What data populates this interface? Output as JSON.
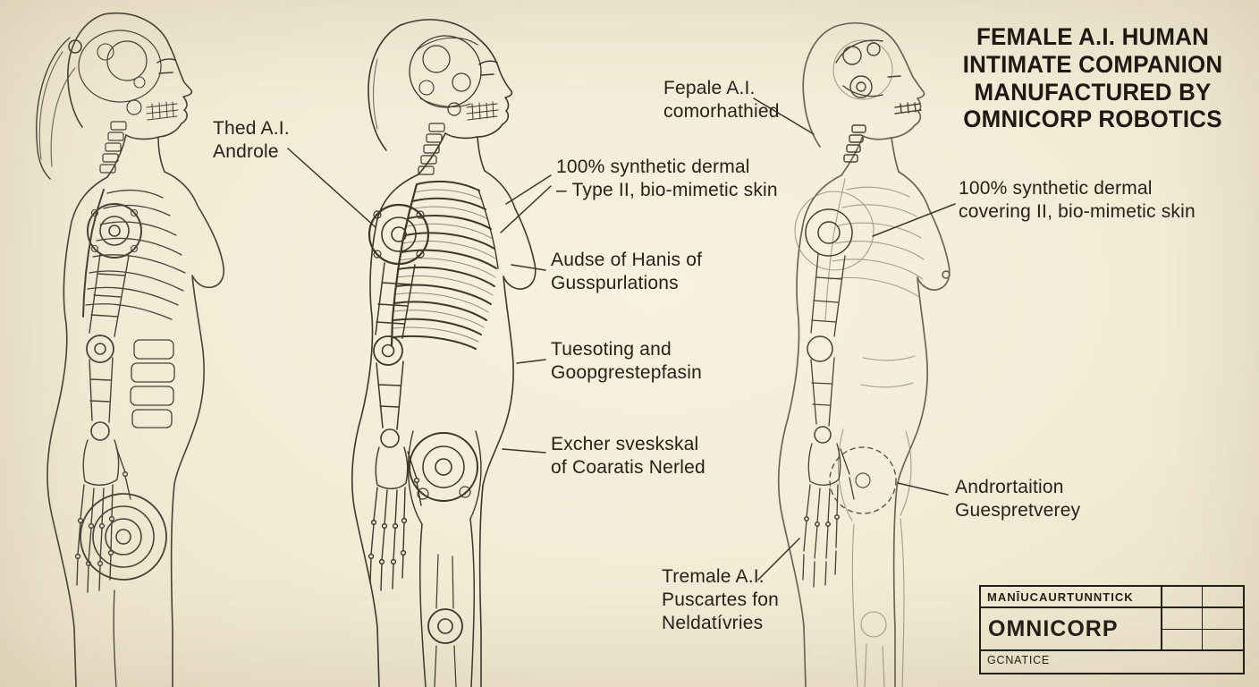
{
  "title": {
    "lines": [
      "FEMALE A.I. HUMAN",
      "INTIMATE COMPANION",
      "MANUFACTURED BY",
      "OMNICORP ROBOTICS"
    ]
  },
  "labels": {
    "android": "Thed A.I.\nAndrole",
    "companion": "Fepale A.I.\ncomorhathied",
    "dermal_type": "100% synthetic dermal\n– Type II, bio-mimetic skin",
    "hands": "Audse of Hanis of\nGusspurlations",
    "testing": "Tuesoting and\nGoopgrestepfasin",
    "skeletal": "Excher sveskskal\nof Coaratis Nerled",
    "dermal_covering": "100% synthetic dermal\ncovering II, bio-mimetic skin",
    "actuation": "Andrortaition\nGuespretverey",
    "features": "Tremale A.I.\nPuscartes fon\nNeldatívries"
  },
  "title_block": {
    "header": "MANĪUCAURTUNNTICK",
    "company": "OMNICORP",
    "footer": "GCNATICE"
  },
  "colors": {
    "background": "#f2ebd6",
    "ink": "#3f382d",
    "text": "#272219"
  }
}
